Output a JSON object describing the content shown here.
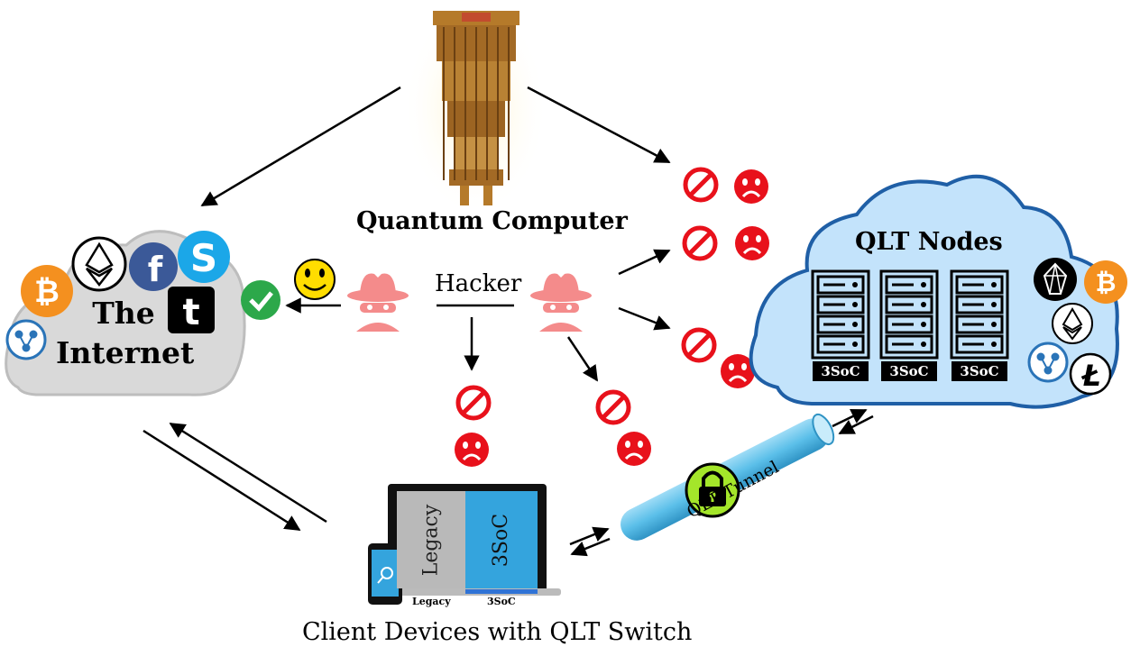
{
  "quantum_computer": {
    "label": "Quantum Computer"
  },
  "hacker": {
    "label": "Hacker"
  },
  "internet": {
    "line1": "The",
    "line2": "Internet"
  },
  "qlt_nodes": {
    "label": "QLT Nodes",
    "racks": [
      "3SoC",
      "3SoC",
      "3SoC"
    ]
  },
  "client_devices": {
    "label": "Client Devices with QLT Switch",
    "screen_left": "Legacy",
    "screen_right": "3SoC",
    "base_left": "Legacy",
    "base_right": "3SoC"
  },
  "qlt_tunnel": {
    "label": "QLT Tunnel"
  },
  "internet_icons": [
    "bitcoin-icon",
    "ethereum-icon",
    "facebook-icon",
    "skype-icon",
    "tumblr-icon",
    "ripple-icon"
  ],
  "node_icons": [
    "eos-icon",
    "bitcoin-icon",
    "ethereum-icon",
    "ripple-icon",
    "litecoin-icon"
  ],
  "colors": {
    "cloud_internet": "#d9d9d9",
    "cloud_qlt": "#c3e3fb",
    "cloud_outline": "#1f5fa6",
    "hacker_pink": "#f48b8b",
    "block_red": "#e8111b",
    "check_green": "#2ca84a",
    "smiley_yellow": "#ffdd00",
    "tunnel_blue": "#5bbfe9",
    "lock_green": "#a4e62a",
    "bitcoin_orange": "#f4901f",
    "facebook_blue": "#3b5998",
    "skype_blue": "#1ba7e8"
  }
}
